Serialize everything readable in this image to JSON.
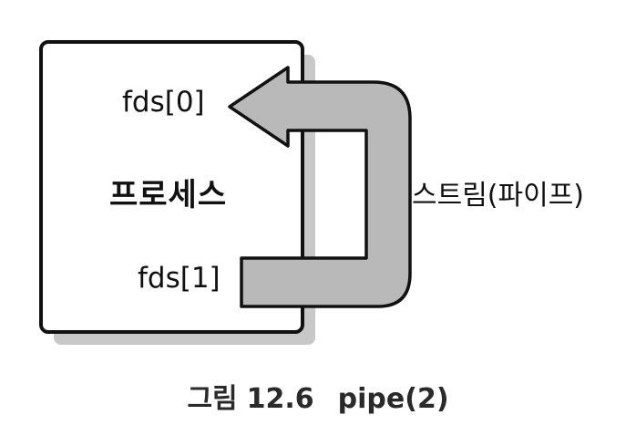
{
  "process": {
    "label": "프로세스"
  },
  "fd_read": {
    "label": "fds[0]"
  },
  "fd_write": {
    "label": "fds[1]"
  },
  "pipe": {
    "label": "스트림(파이프)"
  },
  "caption": {
    "prefix": "그림",
    "number": "12.6",
    "title": "pipe(2)"
  },
  "colors": {
    "box_border": "#111111",
    "box_shadow": "#c8c8c8",
    "pipe_fill": "#b9b9b9",
    "outline": "#111111"
  }
}
